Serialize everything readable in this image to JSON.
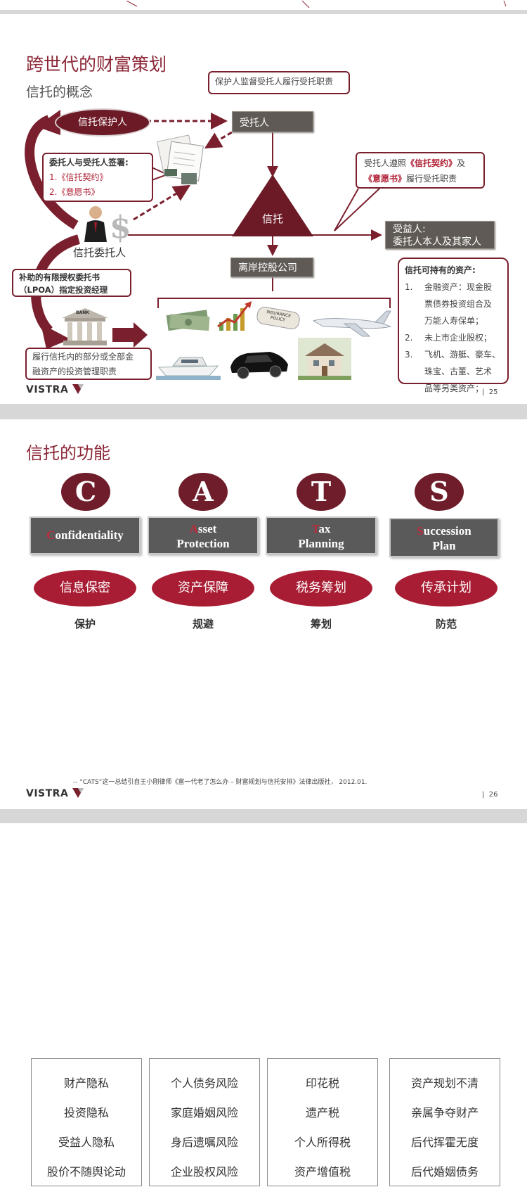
{
  "slide1": {
    "title": "跨世代的财富策划",
    "subtitle": "信托的概念",
    "protector_note": "保护人监督受托人履行受托职责",
    "protector_label": "信托保护人",
    "trustee_label": "受托人",
    "signing_box": {
      "heading": "委托人与受托人签署:",
      "items": [
        "1.《信托契约》",
        "2.《意愿书》"
      ]
    },
    "trustee_note": {
      "line1_pre": "受托人遵照",
      "line1_em": "《信托契约》",
      "line1_post": "及",
      "line2_em": "《意愿书》",
      "line2_post": "履行受托职责"
    },
    "trust_label": "信托",
    "settlor_label": "信托委托人",
    "beneficiary_label_1": "受益人:",
    "beneficiary_label_2": "委托人本人及其家人",
    "holding_company_label": "离岸控股公司",
    "lpoa_box": [
      "补助的有限授权委托书",
      "（LPOA）指定投资经理"
    ],
    "bank_label": "BANK",
    "manager_duty": [
      "履行信托内的部分或全部金",
      "融资产的投资管理职责"
    ],
    "assets_box": {
      "heading": "信托可持有的资产:",
      "items": [
        {
          "num": "1.",
          "lines": [
            "金融资产：现金股",
            "票债券投资组合及",
            "万能人寿保单；"
          ]
        },
        {
          "num": "2.",
          "lines": [
            "未上市企业股权；"
          ]
        },
        {
          "num": "3.",
          "lines": [
            "飞机、游艇、豪车、",
            "珠宝、古董、艺术",
            "品等另类资产；"
          ]
        }
      ]
    },
    "insurance_policy_text": "INSURANCE POLICY",
    "brand": "VISTRA",
    "page_number": "25"
  },
  "slide2": {
    "title": "信托的功能",
    "columns": [
      {
        "letter": "C",
        "first": "C",
        "rest1": "onfidentiality",
        "rest2": "",
        "oval": "信息保密",
        "category": "保护",
        "items": [
          "财产隐私",
          "投资隐私",
          "受益人隐私",
          "股价不随舆论动"
        ]
      },
      {
        "letter": "A",
        "first": "A",
        "rest1": "sset",
        "rest2": "Protection",
        "oval": "资产保障",
        "category": "规避",
        "items": [
          "个人债务风险",
          "家庭婚姻风险",
          "身后遗嘱风险",
          "企业股权风险"
        ]
      },
      {
        "letter": "T",
        "first": "T",
        "rest1": "ax",
        "rest2": "Planning",
        "oval": "税务筹划",
        "category": "筹划",
        "items": [
          "印花税",
          "遗产税",
          "个人所得税",
          "资产增值税"
        ]
      },
      {
        "letter": "S",
        "first": "S",
        "rest1": "uccession",
        "rest2": "Plan",
        "oval": "传承计划",
        "category": "防范",
        "items": [
          "资产规划不清",
          "亲属争夺财产",
          "后代挥霍无度",
          "后代婚姻债务"
        ]
      }
    ],
    "footnote": "-- “CATS”这一总结引自王小刚律师《富一代老了怎么办 – 财富规划与信托安排》法律出版社， 2012.01.",
    "brand": "VISTRA",
    "page_number": "26"
  },
  "colors": {
    "maroon": "#7a1f2d",
    "gray_box": "#5f5a55",
    "red_oval": "#a81d33"
  }
}
